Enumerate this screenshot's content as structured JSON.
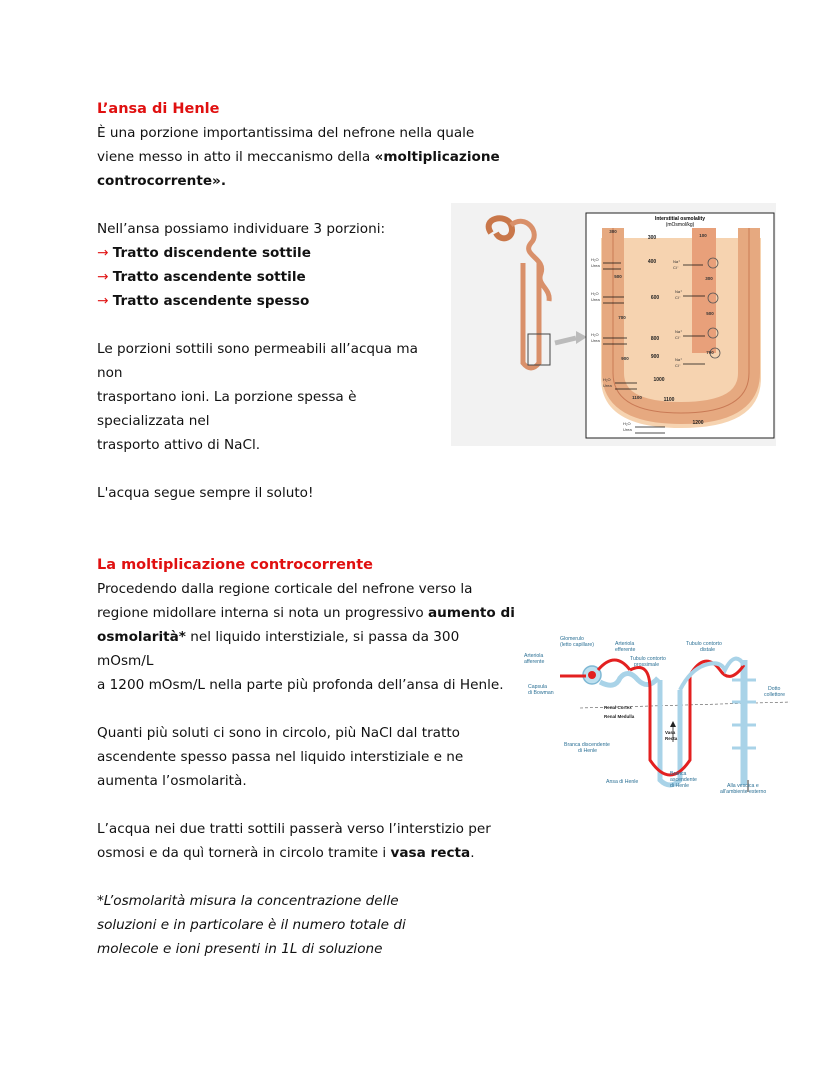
{
  "section1": {
    "title": "L’ansa di Henle",
    "intro_line1": "È una porzione importantissima del nefrone nella quale",
    "intro_line2": "viene messo in atto il meccanismo della ",
    "intro_bold1": "«moltiplicazione",
    "intro_bold2": "controcorrente».",
    "portions_intro": "Nell’ansa possiamo individuare 3 porzioni:",
    "arrow": "→",
    "portions": [
      "Tratto discendente sottile",
      "Tratto ascendente sottile",
      "Tratto ascendente spesso"
    ],
    "para2": [
      "Le porzioni sottili sono permeabili all’acqua ma",
      "non",
      "trasportano ioni. La porzione spessa è",
      "specializzata nel",
      "trasporto attivo di NaCl."
    ],
    "closing": "L'acqua segue sempre il soluto!"
  },
  "figure1": {
    "title_line1": "Interstitial osmolality",
    "title_line2": "(mOsmol/kg)",
    "osm_values": [
      "300",
      "400",
      "600",
      "800",
      "900",
      "1000",
      "1100",
      "1200"
    ],
    "inner_left": [
      "300",
      "500",
      "700",
      "900",
      "1100"
    ],
    "inner_right": [
      "100",
      "300",
      "500",
      "700"
    ],
    "h2o": "H₂O",
    "urea": "Urea",
    "na": "Na⁺",
    "cl": "Cl⁻"
  },
  "section2": {
    "title": "La moltiplicazione controcorrente",
    "line1": "Procedendo dalla regione corticale del nefrone verso la",
    "line2a": "regione midollare interna si nota un progressivo ",
    "line2b": "aumento di",
    "line3a": "osmolarità*",
    "line3b": " nel liquido interstiziale, si passa da 300",
    "line4": "mOsm/L",
    "line5": "a 1200 mOsm/L nella parte più profonda dell’ansa di Henle.",
    "para2": [
      "Quanti più soluti ci sono in circolo, più NaCl dal tratto",
      "ascendente spesso passa nel liquido interstiziale e ne",
      "aumenta l’osmolarità."
    ],
    "line_water1": "L’acqua nei due tratti sottili passerà verso l’interstizio per",
    "line_water2a": "osmosi e da quì tornerà in circolo tramite i ",
    "line_water2b": "vasa recta",
    "line_water2c": ".",
    "footnote": [
      "*L’osmolarità misura la concentrazione delle",
      "soluzioni e in particolare è il numero totale di",
      "molecole e ioni presenti in 1L di soluzione"
    ]
  },
  "figure2": {
    "labels": {
      "glomerulo": "Glomerulo",
      "glomerulo2": "(letto capillare)",
      "art_aff": "Arteriola",
      "art_aff2": "afferente",
      "art_eff": "Arteriola",
      "art_eff2": "efferente",
      "tub_dist": "Tubulo contorto",
      "tub_dist2": "distale",
      "tub_pross": "Tubulo contorto",
      "tub_pross2": "prossimale",
      "capsula": "Capsula",
      "capsula2": "di Bowman",
      "dotto": "Dotto",
      "dotto2": "collettore",
      "cortex": "Renal Cortex",
      "medulla": "Renal Medulla",
      "vasa": "Vasa",
      "vasa2": "Recta",
      "branca_disc": "Branca discendente",
      "branca_disc2": "di Henle",
      "branca_asc": "Branca",
      "branca_asc2": "ascendente",
      "branca_asc3": "di Henle",
      "ansa": "Ansa di Henle",
      "vescica": "Alla vescica e",
      "vescica2": "all'ambiente esterno"
    }
  }
}
